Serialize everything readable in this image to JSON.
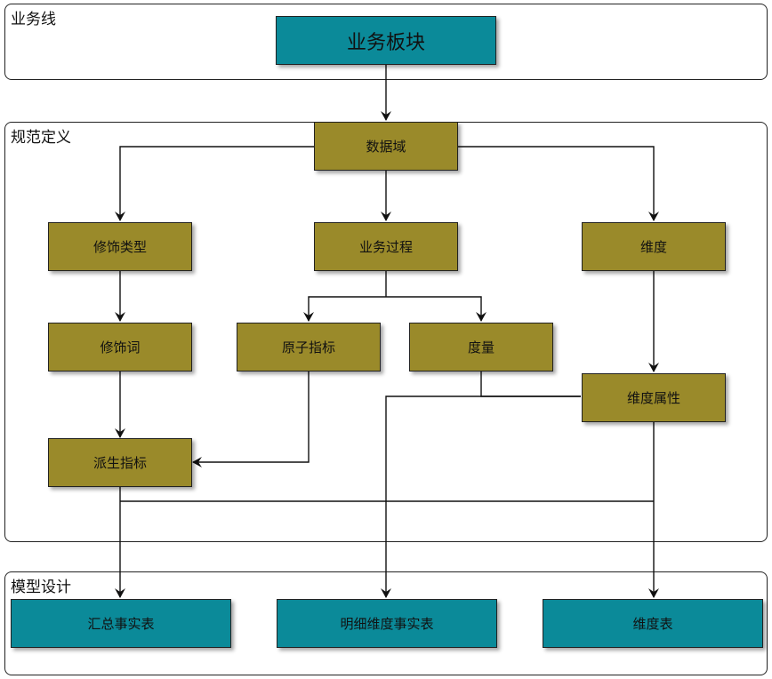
{
  "sections": {
    "business_line": "业务线",
    "spec": "规范定义",
    "model": "模型设计"
  },
  "nodes": {
    "business_block": "业务板块",
    "data_domain": "数据域",
    "modifier_type": "修饰类型",
    "business_process": "业务过程",
    "dimension": "维度",
    "modifier_word": "修饰词",
    "atomic_metric": "原子指标",
    "measure": "度量",
    "dimension_attribute": "维度属性",
    "derived_metric": "派生指标",
    "summary_fact_table": "汇总事实表",
    "detail_fact_table": "明细维度事实表",
    "dimension_table": "维度表"
  },
  "colors": {
    "spec_box": "#9a8a2a",
    "model_box": "#0b8a99"
  }
}
